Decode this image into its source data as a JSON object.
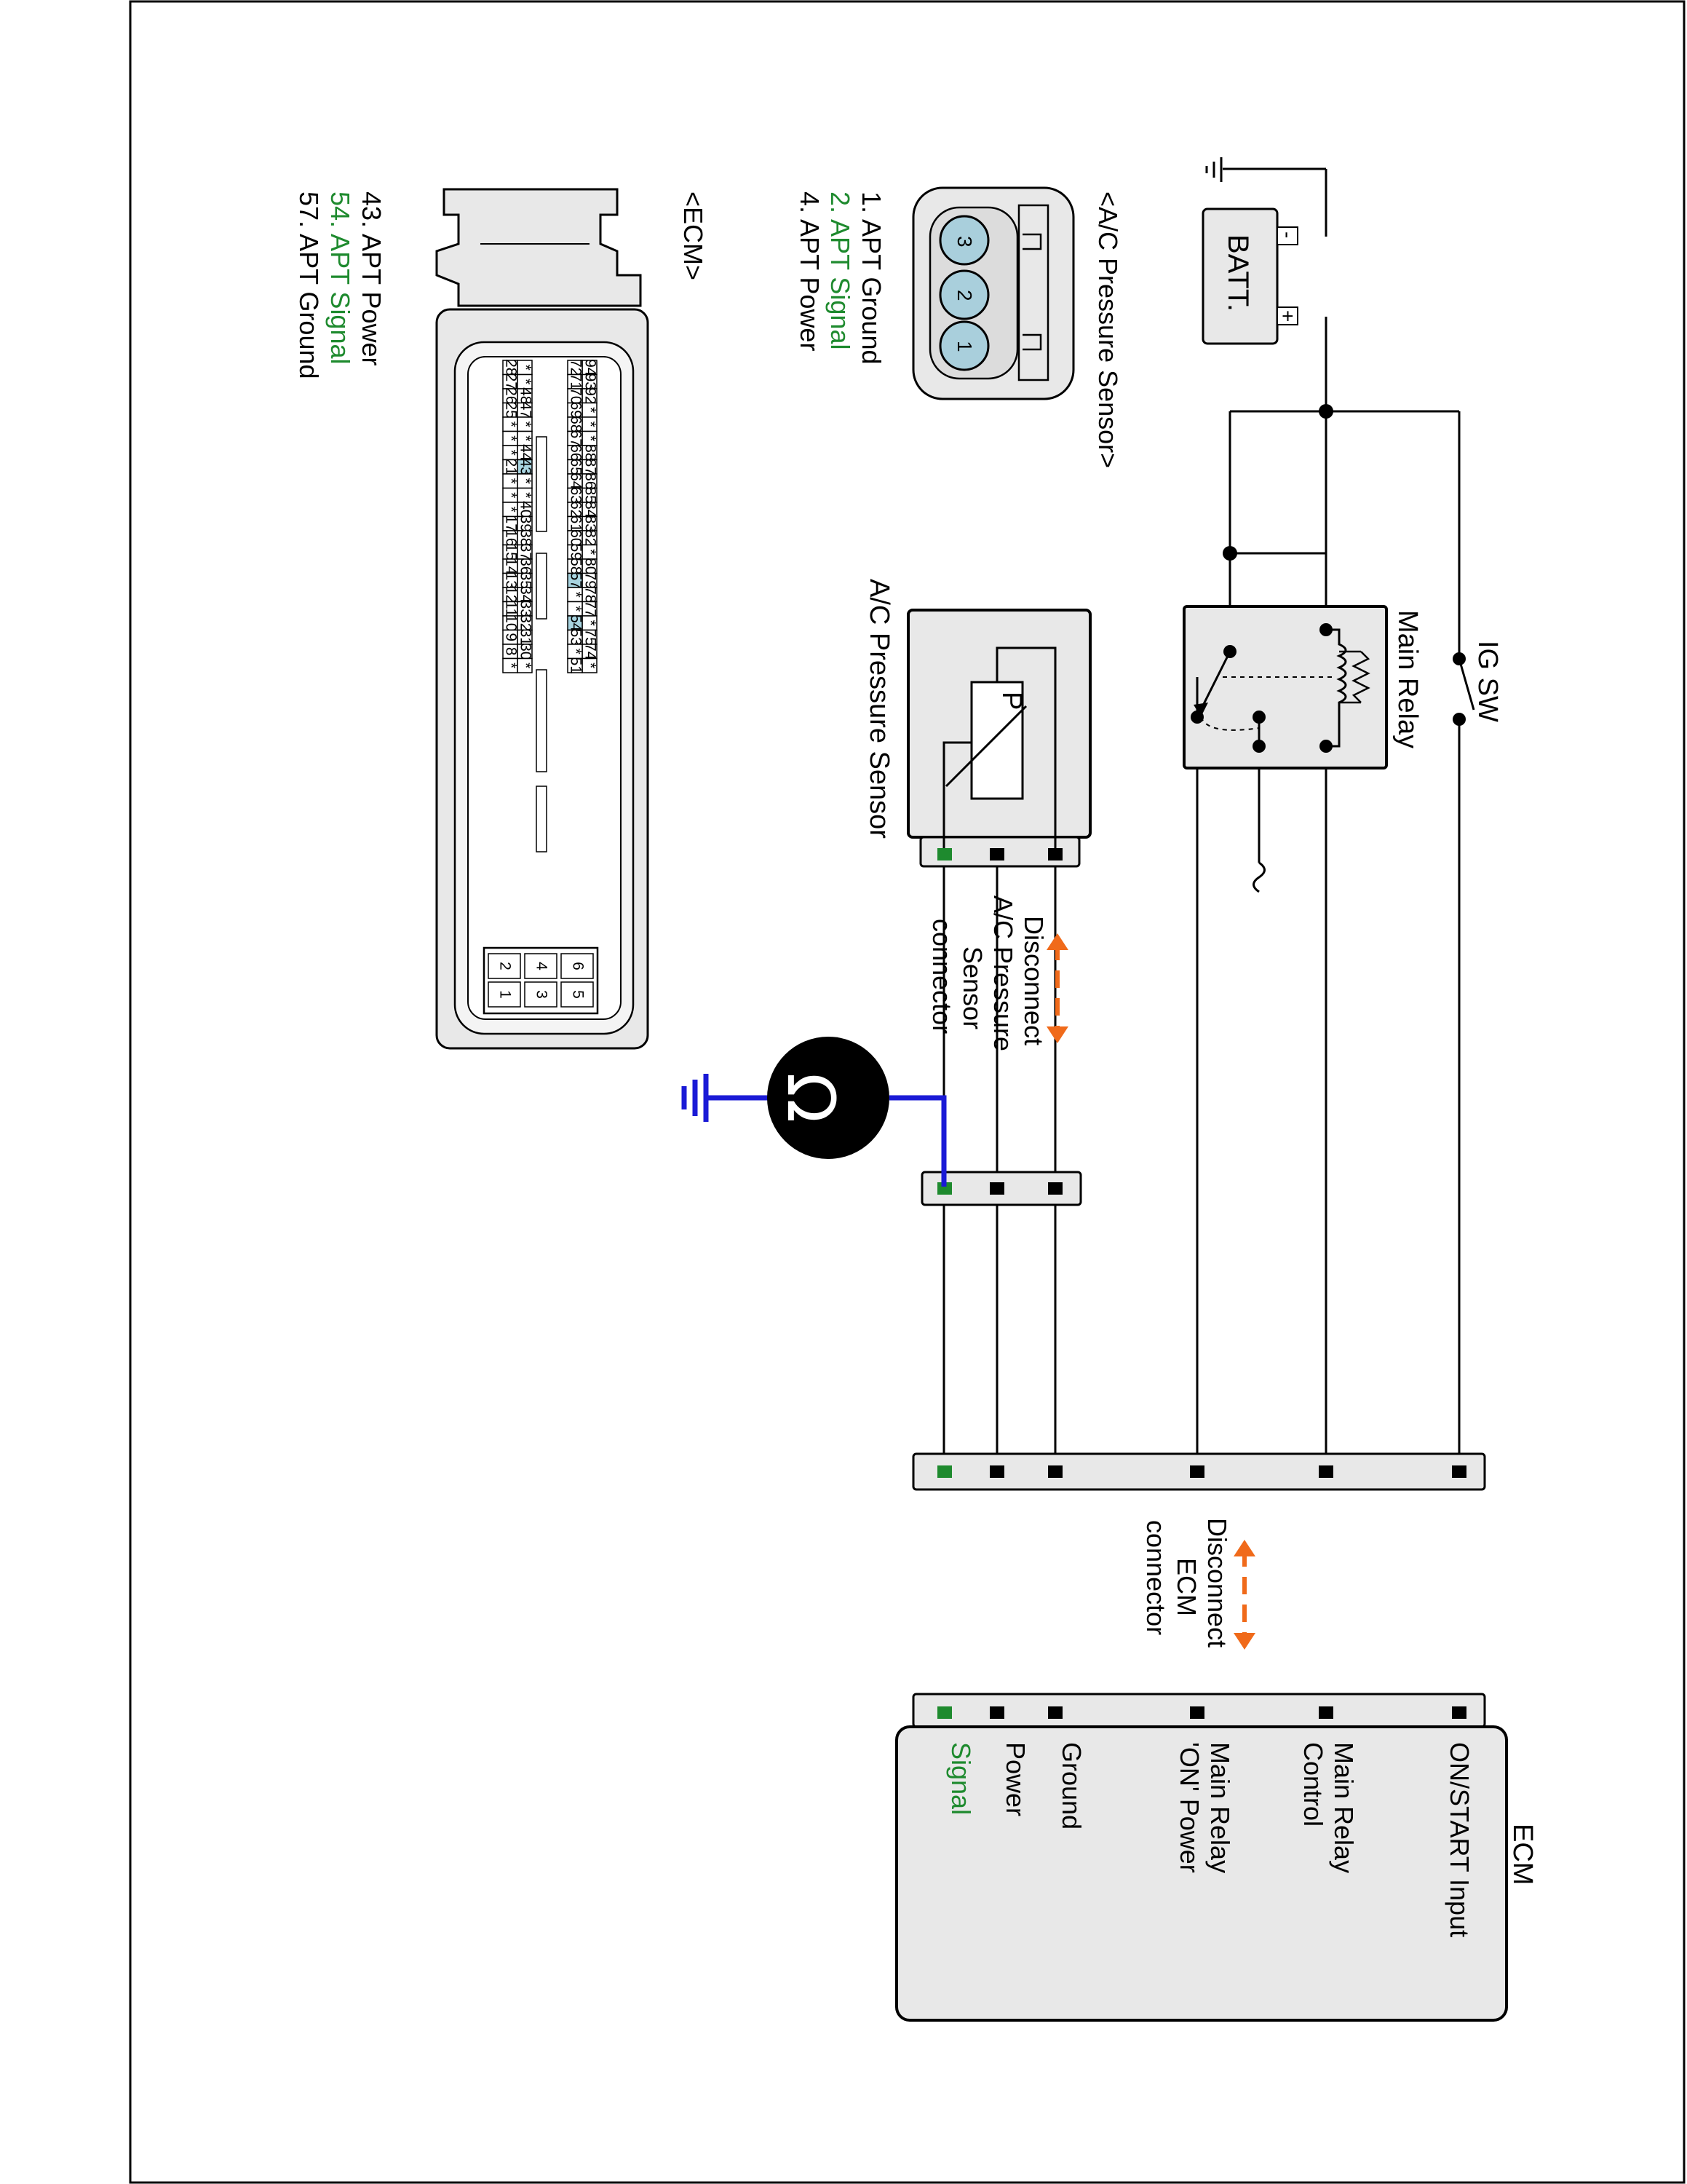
{
  "batt": {
    "label": "BATT.",
    "plus": "+",
    "minus": "-"
  },
  "ig_sw": {
    "label": "IG SW"
  },
  "main_relay": {
    "label": "Main Relay"
  },
  "sensor_schematic": {
    "label": "A/C Pressure Sensor",
    "element": "P"
  },
  "disconnect_sensor": {
    "lines": [
      "Disconnect",
      "A/C Pressure",
      "Sensor",
      "connector"
    ]
  },
  "disconnect_ecm": {
    "lines": [
      "Disconnect",
      "ECM",
      "connector"
    ]
  },
  "ohmmeter": {
    "symbol": "Ω"
  },
  "ecm_box": {
    "title": "ECM",
    "pins": [
      {
        "label": "ON/START  Input",
        "lines": [
          "ON/START  Input"
        ],
        "color": "#000000"
      },
      {
        "label": "Main Relay Control",
        "lines": [
          "Main Relay",
          "Control"
        ],
        "color": "#000000"
      },
      {
        "label": "Main Relay 'ON' Power",
        "lines": [
          "Main Relay",
          "'ON' Power"
        ],
        "color": "#000000"
      },
      {
        "label": "Ground",
        "lines": [
          "Ground"
        ],
        "color": "#000000"
      },
      {
        "label": "Power",
        "lines": [
          "Power"
        ],
        "color": "#000000"
      },
      {
        "label": "Signal",
        "lines": [
          "Signal"
        ],
        "color": "#1e8a2e"
      }
    ]
  },
  "sensor_connector": {
    "title": "<A/C Pressure Sensor>",
    "pin_numbers": [
      "3",
      "2",
      "1"
    ],
    "legend": [
      {
        "text": "1. APT Ground",
        "color": "#000000"
      },
      {
        "text": "2. APT Signal",
        "color": "#1e8a2e"
      },
      {
        "text": "4. APT Power",
        "color": "#000000"
      }
    ]
  },
  "ecm_connector": {
    "title": "<ECM>",
    "legend": [
      {
        "text": "43. APT Power",
        "color": "#000000"
      },
      {
        "text": "54. APT Signal",
        "color": "#1e8a2e"
      },
      {
        "text": "57. APT Ground",
        "color": "#000000"
      }
    ],
    "rows": [
      [
        "94",
        "93",
        "92",
        "*",
        "*",
        "*",
        "88",
        "87",
        "86",
        "85",
        "84",
        "83",
        "82",
        "*",
        "80",
        "79",
        "78",
        "77",
        "*",
        "75",
        "74",
        "*"
      ],
      [
        "72",
        "71",
        "70",
        "69",
        "68",
        "67",
        "66",
        "65",
        "64",
        "63",
        "62",
        "61",
        "60",
        "59",
        "58",
        "57",
        "*",
        "*",
        "54",
        "53",
        "*",
        "51"
      ],
      [
        "*",
        "*",
        "48",
        "47",
        "*",
        "*",
        "44",
        "43",
        "*",
        "*",
        "40",
        "39",
        "38",
        "37",
        "36",
        "35",
        "34",
        "33",
        "32",
        "31",
        "30",
        "*"
      ],
      [
        "28",
        "27",
        "26",
        "25",
        "*",
        "*",
        "*",
        "21",
        "*",
        "*",
        "*",
        "17",
        "16",
        "15",
        "14",
        "13",
        "12",
        "11",
        "10",
        "9",
        "8",
        "*"
      ]
    ],
    "highlighted": [
      "43",
      "54",
      "57"
    ],
    "small_block": [
      "6",
      "5",
      "4",
      "3",
      "2",
      "1"
    ]
  },
  "colors": {
    "signal": "#1e8a2e",
    "meter_lead": "#1a1ad6",
    "arrow": "#f06a1a",
    "highlight": "#a8d4e0",
    "connector_fill": "#e8e8e8",
    "ecm_pin_fill": "#a9cfdc"
  }
}
